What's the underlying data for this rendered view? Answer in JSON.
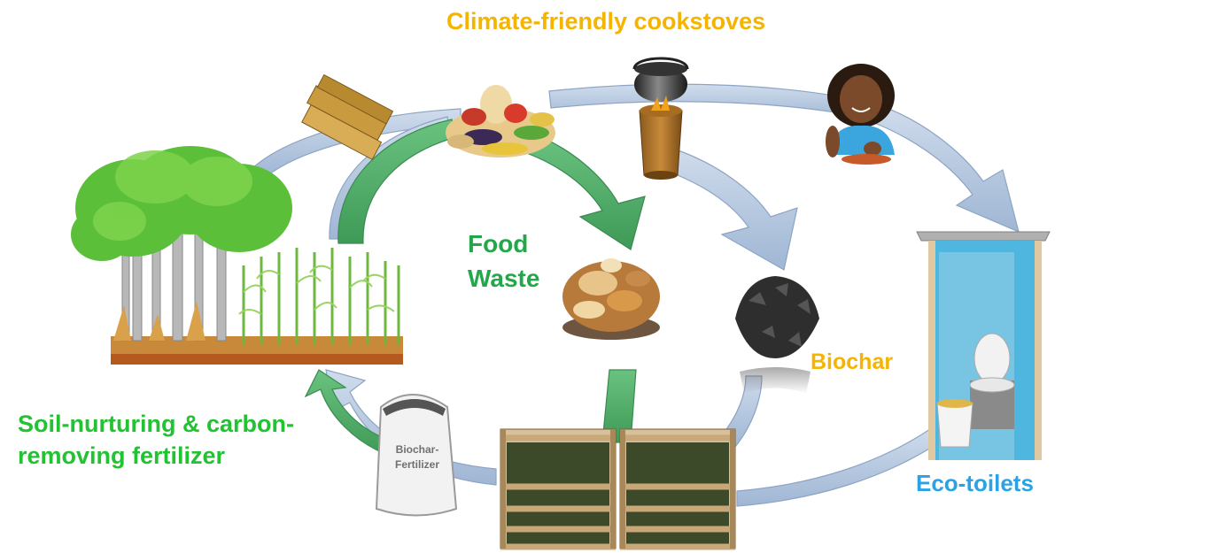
{
  "labels": {
    "title": "Climate-friendly cookstoves",
    "food_waste": [
      "Food",
      "Waste"
    ],
    "biochar": "Biochar",
    "soil_fertilizer": [
      "Soil-nurturing & carbon-",
      "removing fertilizer"
    ],
    "eco_toilets": "Eco-toilets",
    "sack": [
      "Biochar-",
      "Fertilizer"
    ]
  },
  "colors": {
    "title": "#f5b400",
    "food_waste": "#22a84a",
    "biochar": "#f5b400",
    "soil_fertilizer": "#22c233",
    "eco_toilets": "#2aa3e6",
    "green_arrow": "#52b36a",
    "blue_arrow": "#b6cbe4"
  },
  "icons": [
    "firewood-icon",
    "vegetables-icon",
    "cookstove-pot-icon",
    "woman-eating-icon",
    "trees-crops-icon",
    "food-waste-pile-icon",
    "biochar-pile-icon",
    "eco-toilet-icon",
    "fertilizer-sack-icon",
    "compost-bins-icon"
  ]
}
